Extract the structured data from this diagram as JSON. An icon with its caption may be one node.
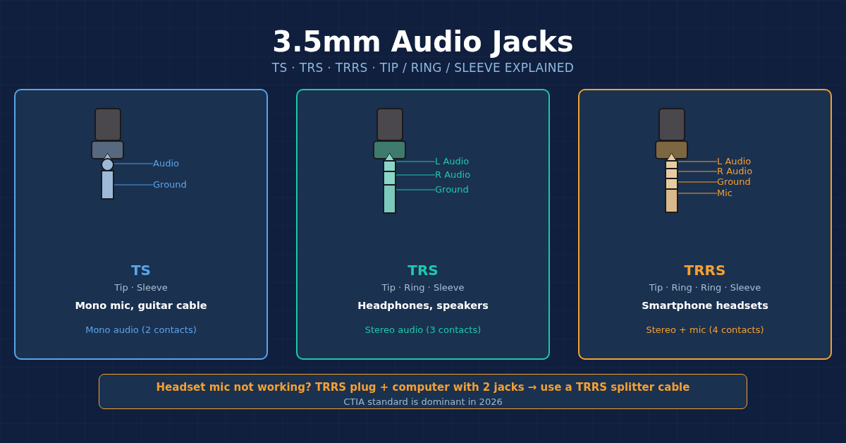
{
  "diagram": {
    "title": "3.5mm Audio Jacks",
    "nodes": [
      {
        "text": [
          "TS",
          "Tip · Sleeve",
          "Mono mic, guitar cable",
          "Mono audio (2 contacts)"
        ]
      },
      {
        "text": [],
        "shape": "circle",
        "in": 0
      },
      {
        "text": [
          "Audio"
        ],
        "in": 0
      },
      {
        "text": [],
        "shape": "bar",
        "in": 0
      },
      {
        "text": [
          "Ground"
        ],
        "in": 0
      },
      {
        "text": [
          "TRS",
          "Tip · Ring · Sleeve",
          "Headphones, speakers",
          "Stereo audio (3 contacts)"
        ]
      },
      {
        "text": [],
        "shape": "bar",
        "in": 5
      },
      {
        "text": [
          "L Audio"
        ],
        "in": 5
      },
      {
        "text": [],
        "shape": "bar",
        "in": 5
      },
      {
        "text": [
          "R Audio"
        ],
        "in": 5
      },
      {
        "text": [],
        "shape": "bar",
        "in": 5
      },
      {
        "text": [
          "Ground"
        ],
        "in": 5
      },
      {
        "text": [
          "TRRS",
          "Tip · Ring · Ring · Sleeve",
          "Smartphone headsets",
          "Stereo + mic (4 contacts)"
        ]
      },
      {
        "text": [],
        "shape": "bar",
        "in": 12
      },
      {
        "text": [
          "L Audio"
        ],
        "in": 12
      },
      {
        "text": [],
        "shape": "bar",
        "in": 12
      },
      {
        "text": [
          "R Audio"
        ],
        "in": 12
      },
      {
        "text": [],
        "shape": "bar",
        "in": 12
      },
      {
        "text": [
          "Ground"
        ],
        "in": 12
      },
      {
        "text": [],
        "shape": "bar",
        "in": 12
      },
      {
        "text": [
          "Mic"
        ],
        "in": 12
      },
      {
        "text": [
          "Headset mic not working? TRRS plug + computer with 2 jacks → use a TRRS splitter cable",
          "CTIA standard is dominant in 2026"
        ]
      }
    ],
    "edges": [
      {
        "from": 2,
        "to": 1,
        "arrow": "none",
        "color": "#4f9de8"
      },
      {
        "from": 4,
        "to": 3,
        "arrow": "none",
        "color": "#4f9de8"
      },
      {
        "from": 7,
        "to": 6,
        "arrow": "none",
        "color": "#1fc8aa"
      },
      {
        "from": 9,
        "to": 8,
        "arrow": "none",
        "color": "#1fc8aa"
      },
      {
        "from": 11,
        "to": 10,
        "arrow": "none",
        "color": "#1fc8aa"
      },
      {
        "from": 14,
        "to": 13,
        "arrow": "none"
      },
      {
        "from": 16,
        "to": 15,
        "arrow": "none"
      },
      {
        "from": 18,
        "to": 17,
        "arrow": "none"
      },
      {
        "from": 20,
        "to": 19,
        "arrow": "none"
      }
    ],
    "labels": [
      "TS · TRS · TRRS · TIP / RING / SLEEVE EXPLAINED"
    ]
  }
}
